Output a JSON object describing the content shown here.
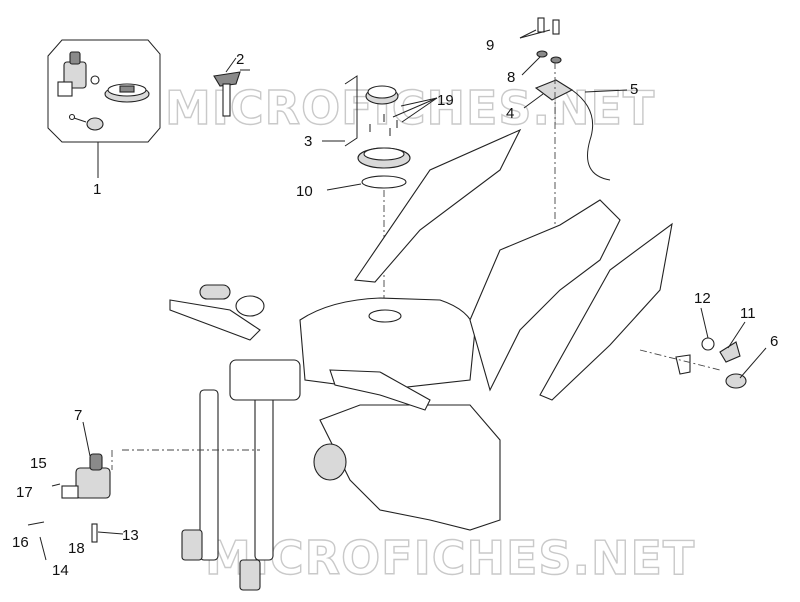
{
  "watermarks": [
    "MICROFICHES.NET",
    "MICROFICHES.NET"
  ],
  "callouts": [
    "1",
    "2",
    "3",
    "4",
    "5",
    "6",
    "7",
    "8",
    "9",
    "10",
    "11",
    "12",
    "13",
    "14",
    "15",
    "16",
    "17",
    "18",
    "19"
  ]
}
